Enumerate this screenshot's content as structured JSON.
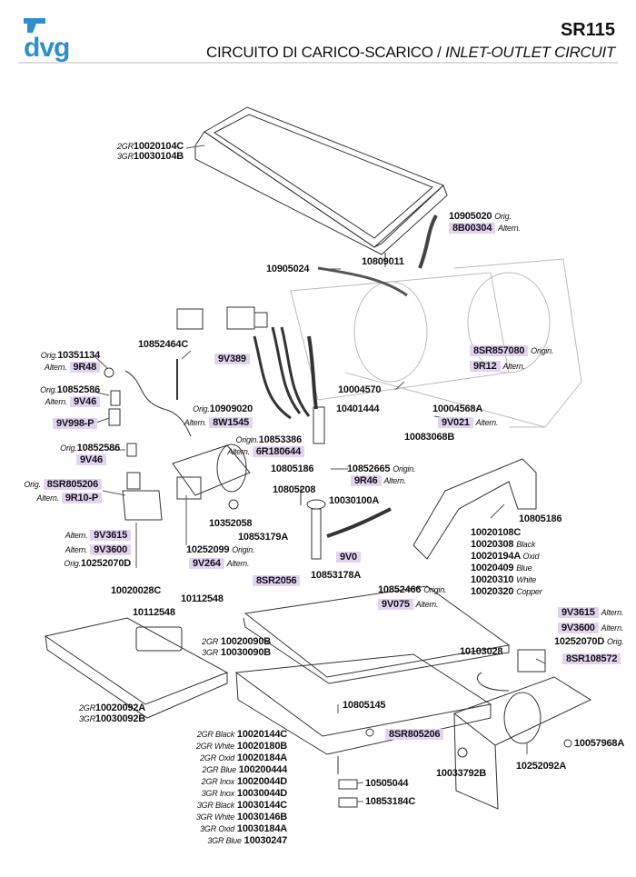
{
  "header": {
    "brand": "dvg",
    "model": "SR115",
    "title_it": "CIRCUITO DI CARICO-SCARICO",
    "separator": " / ",
    "title_en": "INLET-OUTLET CIRCUIT",
    "brand_color": "#2e8fc9",
    "highlight_color": "#e2d3f3"
  },
  "labels": {
    "tray_top": {
      "pre": "2GR",
      "code": "10020104C"
    },
    "tray_top_b": {
      "pre": "3GR",
      "code": "10030104B"
    },
    "hose_orig": {
      "code": "10905020",
      "suf": "Orig."
    },
    "hose_alt": {
      "code": "8B00304",
      "suf": "Altern."
    },
    "screw_top": {
      "code": "10809011"
    },
    "tube_long": {
      "code": "10905024"
    },
    "pipe_c": {
      "code": "10852464C"
    },
    "orig_1": {
      "pre": "Orig.",
      "code": "10351134"
    },
    "alt_1": {
      "pre": "Altern.",
      "code": "9R48"
    },
    "orig_2": {
      "pre": "Orig.",
      "code": "10852586"
    },
    "alt_2": {
      "pre": "Altern.",
      "code": "9V46"
    },
    "p_998": {
      "code": "9V998-P"
    },
    "orig_3": {
      "pre": "Orig.",
      "code": "10852586"
    },
    "alt_3": {
      "code": "9V46"
    },
    "orig_4": {
      "pre": "Orig.",
      "code": "8SR805206"
    },
    "alt_4": {
      "pre": "Altern.",
      "code": "9R10-P"
    },
    "alt_5": {
      "pre": "Altern.",
      "code": "9V3615"
    },
    "alt_6": {
      "pre": "Altern.",
      "code": "9V3600"
    },
    "orig_5": {
      "pre": "Orig.",
      "code": "10252070D"
    },
    "v389": {
      "code": "9V389"
    },
    "orig_6": {
      "pre": "Orig.",
      "code": "10909020"
    },
    "alt_7": {
      "pre": "Altern.",
      "code": "8W1545"
    },
    "orig_7": {
      "pre": "Origin.",
      "code": "10853386"
    },
    "alt_8": {
      "pre": "Altern.",
      "code": "6R180644"
    },
    "p_10004570": {
      "code": "10004570"
    },
    "p_10401444": {
      "code": "10401444"
    },
    "orig_8": {
      "code": "8SR857080",
      "suf": "Origin."
    },
    "alt_9": {
      "code": "9R12",
      "suf": "Altern."
    },
    "p_10004568a": {
      "code": "10004568A"
    },
    "alt_10": {
      "code": "9V021",
      "suf": "Altern."
    },
    "p_10083068b": {
      "code": "10083068B"
    },
    "p_10805186a": {
      "code": "10805186"
    },
    "orig_9": {
      "code": "10852665",
      "suf": "Origin."
    },
    "alt_11": {
      "code": "9R46",
      "suf": "Altern."
    },
    "p_10805208": {
      "code": "10805208"
    },
    "p_10030100a": {
      "code": "10030100A"
    },
    "p_10352058": {
      "code": "10352058"
    },
    "p_10853179a": {
      "code": "10853179A"
    },
    "orig_10": {
      "code": "10252099",
      "suf": "Origin."
    },
    "alt_12": {
      "code": "9V264",
      "suf": "Altern."
    },
    "v0": {
      "code": "9V0"
    },
    "sr2056": {
      "code": "8SR2056"
    },
    "p_10853178a": {
      "code": "10853178A"
    },
    "orig_11": {
      "code": "10852466",
      "suf": "Origin."
    },
    "alt_13": {
      "code": "9V075",
      "suf": "Altern."
    },
    "p_10805186b": {
      "code": "10805186"
    },
    "bracket_list": [
      {
        "code": "10020108C",
        "suf": ""
      },
      {
        "code": "10020308",
        "suf": "Black"
      },
      {
        "code": "10020194A",
        "suf": "Oxid"
      },
      {
        "code": "10020409",
        "suf": "Blue"
      },
      {
        "code": "10020310",
        "suf": "White"
      },
      {
        "code": "10020320",
        "suf": "Copper"
      }
    ],
    "p_10020028c": {
      "code": "10020028C"
    },
    "p_10112548a": {
      "code": "10112548"
    },
    "p_10112548b": {
      "code": "10112548"
    },
    "tray_b1": {
      "pre": "2GR",
      "code": "10020090B"
    },
    "tray_b2": {
      "pre": "3GR",
      "code": "10030090B"
    },
    "grid_1": {
      "pre": "2GR",
      "code": "10020092A"
    },
    "grid_2": {
      "pre": "3GR",
      "code": "10030092B"
    },
    "p_10805145": {
      "code": "10805145"
    },
    "sr805206": {
      "code": "8SR805206"
    },
    "drip_list": [
      {
        "pre": "2GR Black",
        "code": "10020144C"
      },
      {
        "pre": "2GR White",
        "code": "10020180B"
      },
      {
        "pre": "2GR Oxid",
        "code": "10020184A"
      },
      {
        "pre": "2GR Blue",
        "code": "100200444"
      },
      {
        "pre": "2GR Inox",
        "code": "10020044D"
      },
      {
        "pre": "3GR Inox",
        "code": "10030044D"
      },
      {
        "pre": "3GR Black",
        "code": "10030144C"
      },
      {
        "pre": "3GR White",
        "code": "10030146B"
      },
      {
        "pre": "3GR Oxid",
        "code": "10030184A"
      },
      {
        "pre": "3GR Blue",
        "code": "10030247"
      }
    ],
    "p_10505044": {
      "code": "10505044"
    },
    "p_10853184c": {
      "code": "10853184C"
    },
    "alt_14": {
      "code": "9V3615",
      "suf": "Altern."
    },
    "alt_15": {
      "code": "9V3600",
      "suf": "Altern."
    },
    "orig_12": {
      "code": "10252070D",
      "suf": "Orig."
    },
    "p_10103028": {
      "code": "10103028"
    },
    "sr108572": {
      "code": "8SR108572"
    },
    "p_10057968a": {
      "code": "10057968A"
    },
    "p_10033792b": {
      "code": "10033792B"
    },
    "p_10252092a": {
      "code": "10252092A"
    }
  }
}
